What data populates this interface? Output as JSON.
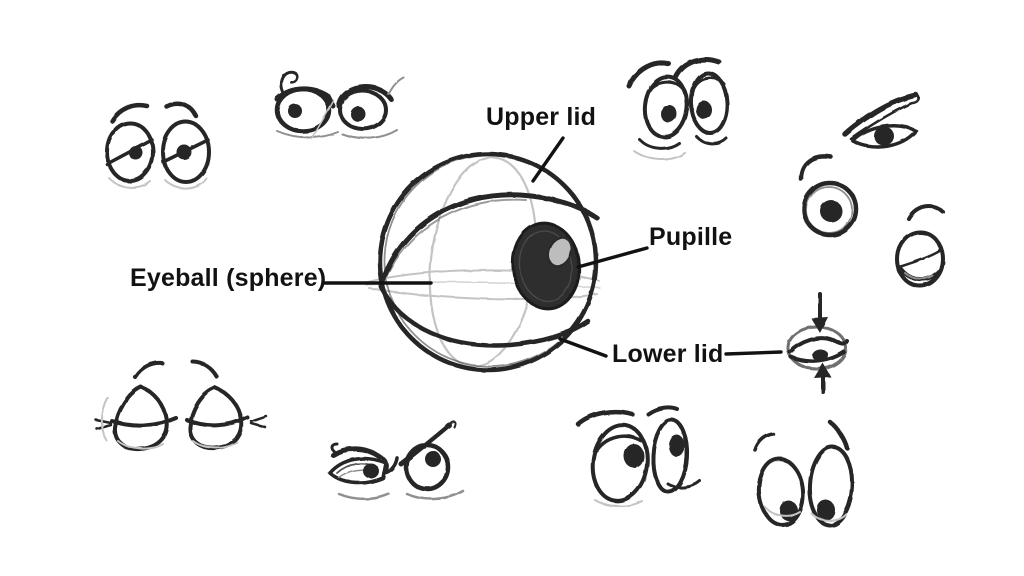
{
  "colors": {
    "ink": "#262626",
    "construction": "#c4c4c4",
    "shade": "#909090",
    "label": "#121212",
    "bg": "#ffffff"
  },
  "annotations": {
    "upper_lid": "Upper lid",
    "pupil": "Pupille",
    "eyeball": "Eyeball (sphere)",
    "lower_lid": "Lower lid"
  },
  "sketches": [
    "sad-eyes-sketch",
    "angry-eyes-sketch",
    "worried-eyes-sketch",
    "skeptical-eye-sketch",
    "wide-open-eye-sketch",
    "downcast-eye-sketch",
    "squeezed-eye-sketch",
    "closed-eyes-sketch",
    "sly-eyes-sketch",
    "glancing-eyes-sketch",
    "looking-down-eyes-sketch",
    "eyeball-sphere-diagram"
  ]
}
